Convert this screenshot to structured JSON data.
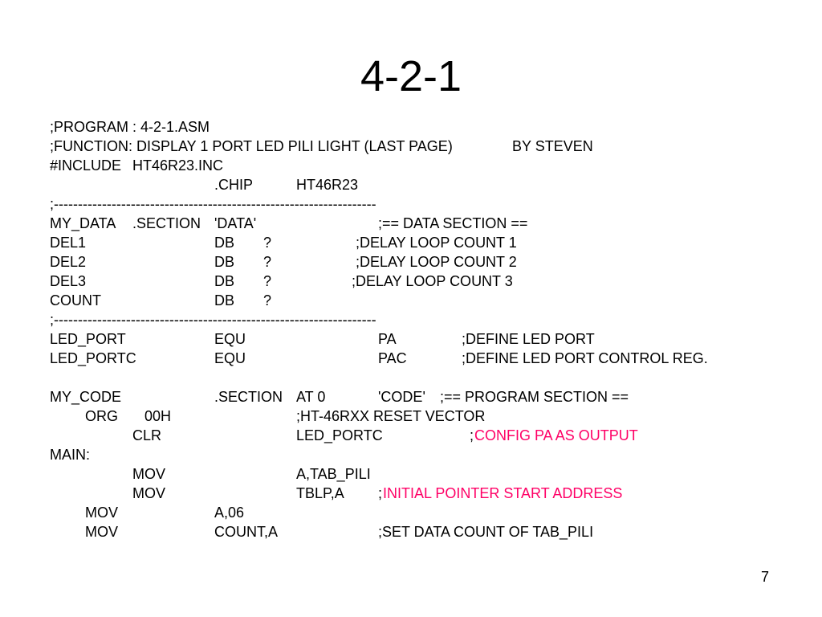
{
  "slide": {
    "title": "4-2-1",
    "page_number": "7",
    "highlight_color": "#ff0066"
  },
  "code": {
    "l1": {
      "a": ";PROGRAM : 4-2-1.ASM"
    },
    "l2": {
      "a": ";FUNCTION: DISPLAY 1 PORT LED PILI LIGHT (LAST PAGE)",
      "b": "BY STEVEN"
    },
    "l3": {
      "a": "#INCLUDE",
      "b": "HT46R23.INC"
    },
    "l4": {
      "a": ".CHIP",
      "b": "HT46R23"
    },
    "l5": {
      "a": ";-------------------------------------------------------------------"
    },
    "l6": {
      "a": "MY_DATA",
      "b": ".SECTION",
      "c": "'DATA'",
      "d": ";== DATA SECTION =="
    },
    "l7": {
      "a": "DEL1",
      "b": "DB",
      "c": "?",
      "d": ";DELAY LOOP COUNT 1"
    },
    "l8": {
      "a": "DEL2",
      "b": "DB",
      "c": "?",
      "d": ";DELAY LOOP COUNT 2"
    },
    "l9": {
      "a": "DEL3",
      "b": "DB",
      "c": "?",
      "d": ";DELAY LOOP COUNT 3"
    },
    "l10": {
      "a": "COUNT",
      "b": "DB",
      "c": "?"
    },
    "l11": {
      "a": ";-------------------------------------------------------------------"
    },
    "l12": {
      "a": "LED_PORT",
      "b": "EQU",
      "c": "PA",
      "d": ";DEFINE LED PORT"
    },
    "l13": {
      "a": "LED_PORTC",
      "b": "EQU",
      "c": "PAC",
      "d": ";DEFINE LED PORT CONTROL REG."
    },
    "l14": {
      "a": "MY_CODE",
      "b": ".SECTION",
      "c": "AT 0",
      "d": "'CODE'",
      "e": ";== PROGRAM SECTION =="
    },
    "l15": {
      "a": "ORG",
      "b": "00H",
      "c": ";HT-46RXX RESET VECTOR"
    },
    "l16": {
      "a": "CLR",
      "b": "LED_PORTC",
      "c": ";",
      "d": "CONFIG PA AS OUTPUT"
    },
    "l17": {
      "a": "MAIN:"
    },
    "l18": {
      "a": "MOV",
      "b": "A,TAB_PILI"
    },
    "l19": {
      "a": "MOV",
      "b": "TBLP,A",
      "c": ";",
      "d": "INITIAL POINTER START ADDRESS"
    },
    "l20": {
      "a": "MOV",
      "b": "A,06"
    },
    "l21": {
      "a": "MOV",
      "b": "COUNT,A",
      "c": ";SET DATA COUNT OF TAB_PILI"
    }
  }
}
